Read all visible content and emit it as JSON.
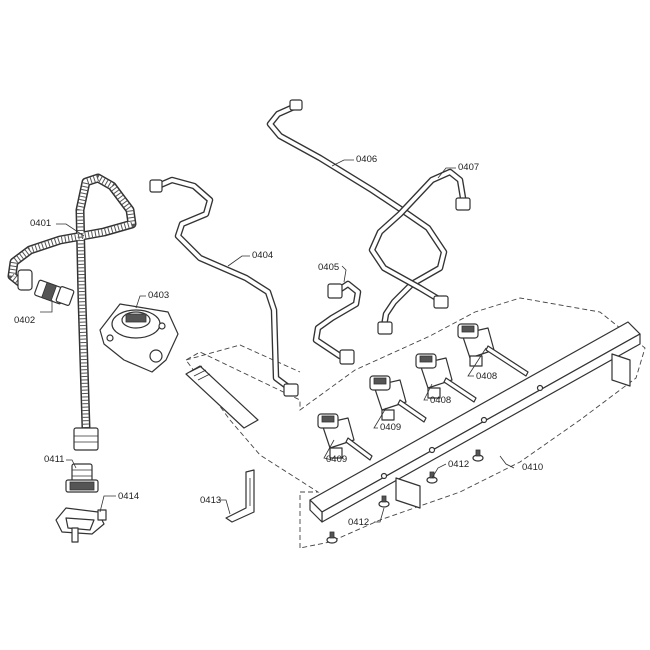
{
  "labels": {
    "p0401": "0401",
    "p0402": "0402",
    "p0403": "0403",
    "p0404": "0404",
    "p0405": "0405",
    "p0406": "0406",
    "p0407": "0407",
    "p0408a": "0408",
    "p0408b": "0408",
    "p0409a": "0409",
    "p0409b": "0409",
    "p0410": "0410",
    "p0411": "0411",
    "p0412a": "0412",
    "p0412b": "0412",
    "p0413": "0413",
    "p0414": "0414"
  }
}
